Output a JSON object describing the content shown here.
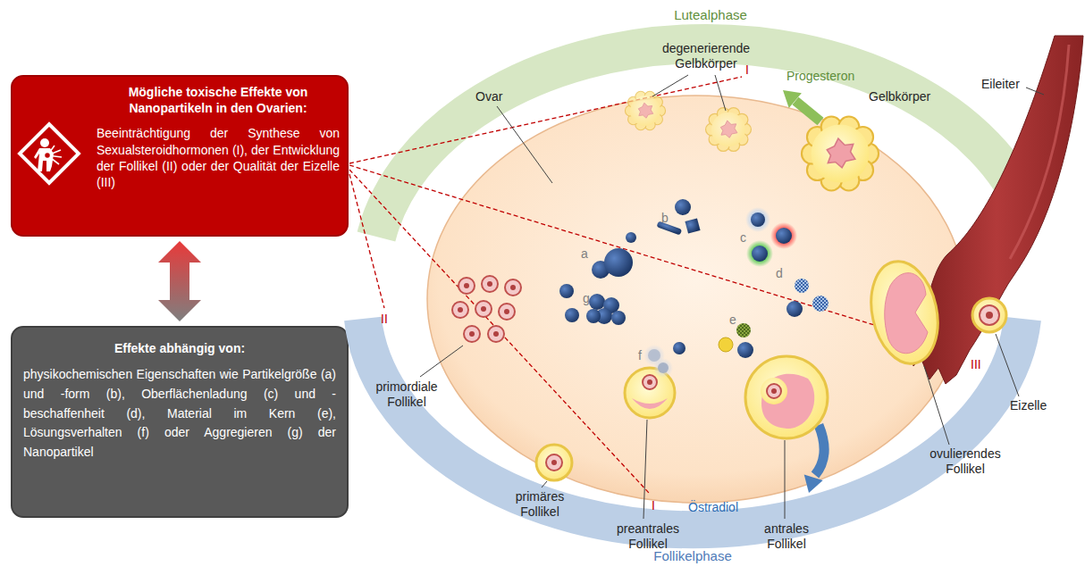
{
  "diagram": {
    "nodes": [
      {
        "text": [
          "Mögliche toxische Effekte von Nanopartikeln in den Ovarien:",
          "Beeinträchtigung der Synthese von Sexualsteroidhormonen (I), der Entwicklung der Follikel (II) oder der Qualität der Eizelle (III)"
        ]
      },
      {
        "text": [
          "Effekte abhängig von:",
          "physikochemischen Eigenschaften wie Partikelgröße (a) und -form (b), Oberflächenladung (c) und -beschaffenheit (d), Material im Kern (e), Lösungsverhalten (f) oder Aggregieren (g) der Nanopartikel"
        ]
      },
      {
        "text": [
          "Lutealphase"
        ]
      },
      {
        "text": [
          "Ovar"
        ]
      },
      {
        "text": [
          "Follikelphase"
        ]
      }
    ],
    "edges": [
      {
        "from": 0,
        "to": 1,
        "arrow": "both"
      }
    ],
    "labels": [
      "degenerierende Gelbkörper",
      "Progesteron",
      "Gelbkörper",
      "Eileiter",
      "I",
      "a",
      "b",
      "c",
      "d",
      "e",
      "f",
      "g",
      "II",
      "primordiale Follikel",
      "primäres Follikel",
      "preantrales Follikel",
      "antrales Follikel",
      "ovulierendes Follikel",
      "Eizelle",
      "III",
      "I",
      "Östradiol"
    ]
  }
}
